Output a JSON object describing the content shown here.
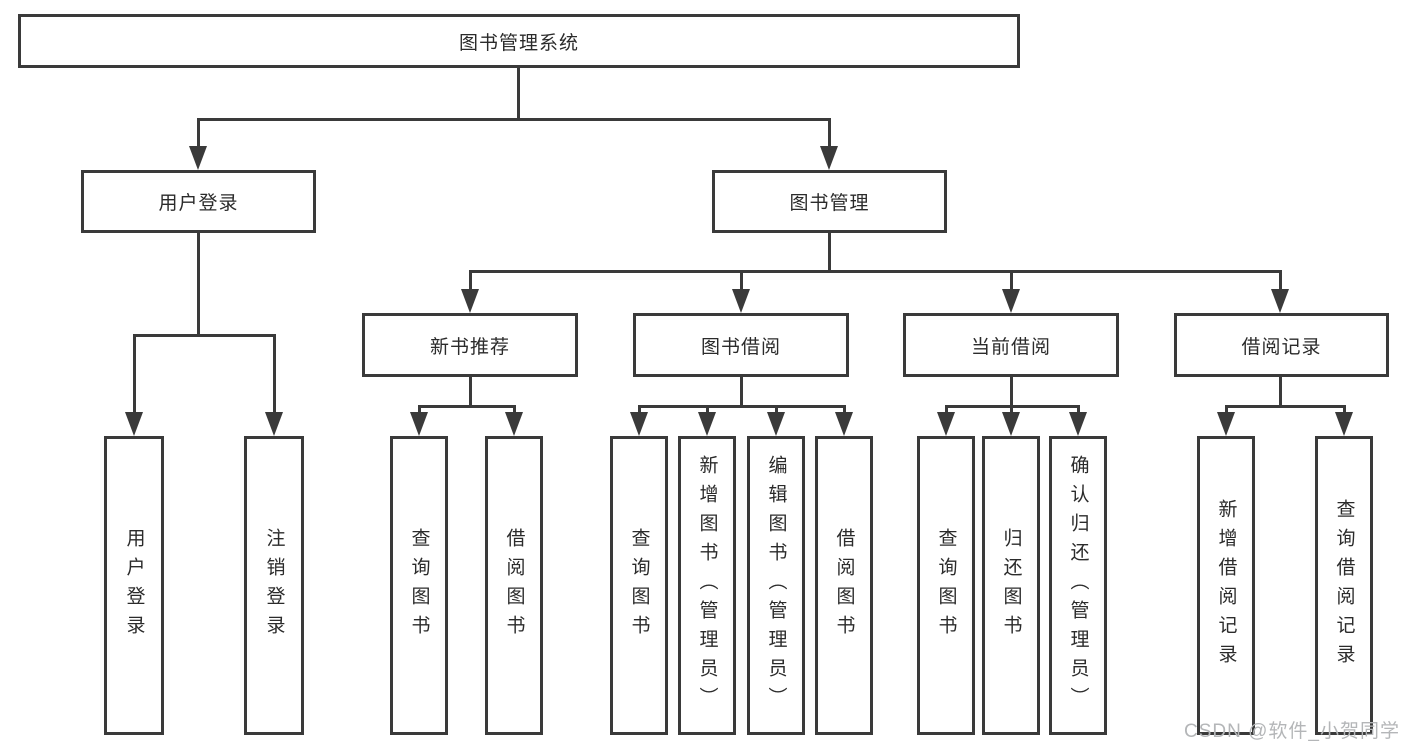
{
  "root": {
    "label": "图书管理系统"
  },
  "user_branch": {
    "label": "用户登录",
    "children": [
      {
        "label": "用户登录"
      },
      {
        "label": "注销登录"
      }
    ]
  },
  "book_branch": {
    "label": "图书管理",
    "sections": [
      {
        "label": "新书推荐",
        "children": [
          {
            "label": "查询图书"
          },
          {
            "label": "借阅图书"
          }
        ]
      },
      {
        "label": "图书借阅",
        "children": [
          {
            "label": "查询图书"
          },
          {
            "label": "新增图书（管理员）"
          },
          {
            "label": "编辑图书（管理员）"
          },
          {
            "label": "借阅图书"
          }
        ]
      },
      {
        "label": "当前借阅",
        "children": [
          {
            "label": "查询图书"
          },
          {
            "label": "归还图书"
          },
          {
            "label": "确认归还（管理员）"
          }
        ]
      },
      {
        "label": "借阅记录",
        "children": [
          {
            "label": "新增借阅记录"
          },
          {
            "label": "查询借阅记录"
          }
        ]
      }
    ]
  },
  "watermark": {
    "text": "CSDN @软件_小贺同学"
  },
  "colors": {
    "line": "#3a3a3a",
    "box_border": "#3a3a3a",
    "text": "#2b2b2b",
    "watermark": "#b4b6b8",
    "background": "#ffffff"
  }
}
